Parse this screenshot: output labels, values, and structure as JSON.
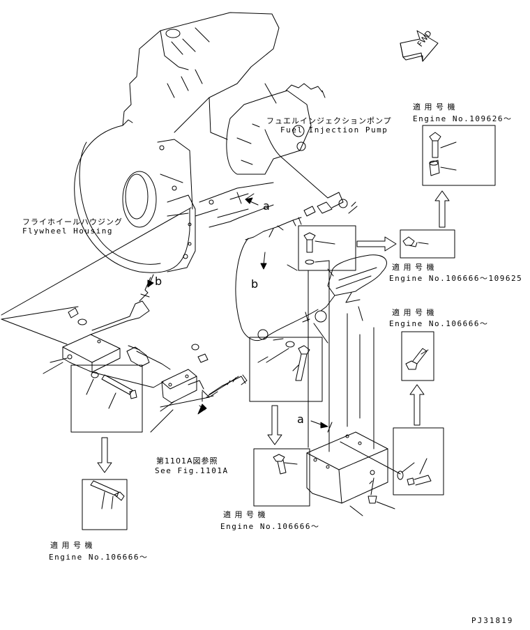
{
  "fwd_arrow": {
    "text": "FWD"
  },
  "labels": {
    "flywheel_jp": "フライホイールハウジング",
    "flywheel_en": "Flywheel Housing",
    "fip_jp": "フュエルインジェクションポンプ",
    "fip_en": "Fuel Injection Pump",
    "see_fig_jp": "第1101A図参照",
    "see_fig_en": "See Fig.1101A"
  },
  "callout_letters": {
    "a1": "a",
    "a2": "a",
    "b1": "b",
    "b2": "b"
  },
  "applicability": {
    "top_right": {
      "jp": "適 用 号 機",
      "en": "Engine No.109626～"
    },
    "mid_right": {
      "jp": "適 用 号 機",
      "en": "Engine No.106666～109625"
    },
    "right_lower": {
      "jp": "適 用 号 機",
      "en": "Engine No.106666～"
    },
    "center_bottom": {
      "jp": "適 用 号 機",
      "en": "Engine No.106666～"
    },
    "left_bottom": {
      "jp": "適 用 号 機",
      "en": "Engine No.106666～"
    }
  },
  "drawing_code": "PJ31819"
}
